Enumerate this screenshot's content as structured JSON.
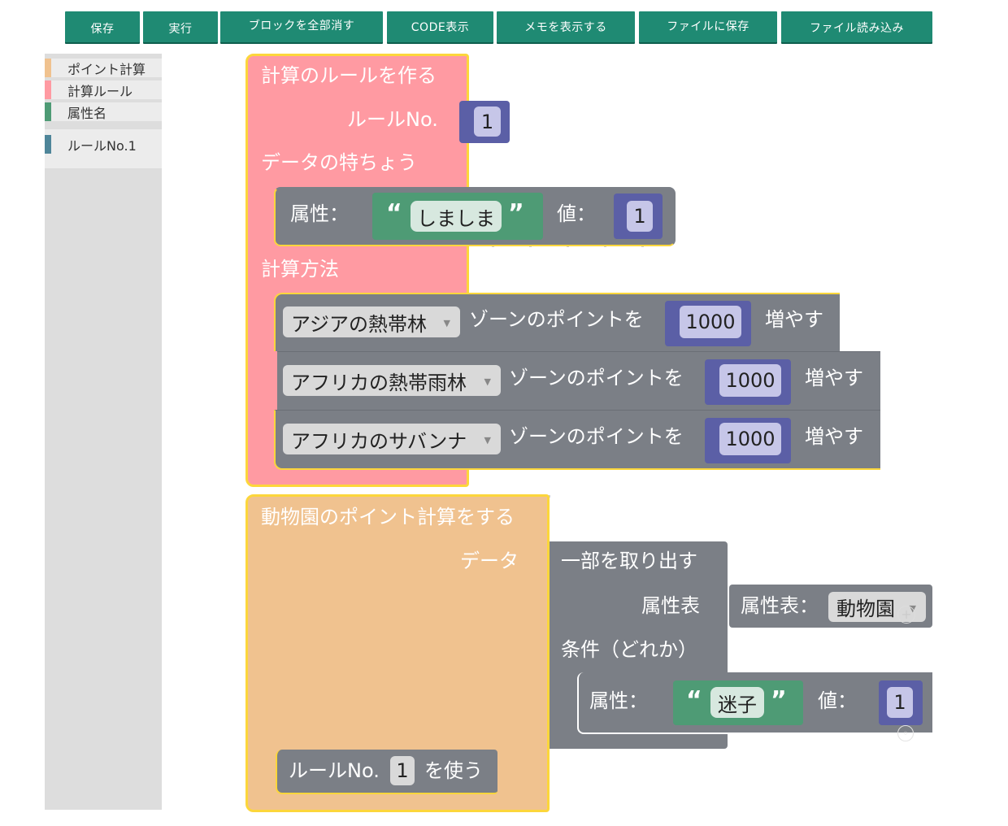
{
  "toolbar": {
    "save": "保存",
    "run": "実行",
    "clear_blocks": "ブロックを全部消す",
    "show_code": "CODE表示",
    "show_memo": "メモを表示する",
    "save_file": "ファイルに保存",
    "load_file": "ファイル読み込み"
  },
  "toolbox": {
    "categories": [
      {
        "label": "ポイント計算",
        "color": "#f0c28f"
      },
      {
        "label": "計算ルール",
        "color": "#ff9aa2"
      },
      {
        "label": "属性名",
        "color": "#4e9b75"
      },
      {
        "label": "ルールNo.1",
        "color": "#4e8599"
      }
    ]
  },
  "rule_block": {
    "title": "計算のルールを作る",
    "rule_no_label": "ルールNo.",
    "rule_no_value": "1",
    "data_feature_label": "データの特ちょう",
    "attr": {
      "attr_label": "属性：",
      "attr_value": "しましま",
      "value_label": "値：",
      "value": "1"
    },
    "method_label": "計算方法",
    "rows": [
      {
        "zone": "アジアの熱帯林",
        "text": "ゾーンのポイントを",
        "amount": "1000",
        "suffix": "増やす"
      },
      {
        "zone": "アフリカの熱帯雨林",
        "text": "ゾーンのポイントを",
        "amount": "1000",
        "suffix": "増やす"
      },
      {
        "zone": "アフリカのサバンナ",
        "text": "ゾーンのポイントを",
        "amount": "1000",
        "suffix": "増やす"
      }
    ]
  },
  "zoo_block": {
    "title": "動物園のポイント計算をする",
    "data_label": "データ",
    "extract_label": "一部を取り出す",
    "table_label": "属性表",
    "table_field_label": "属性表：",
    "table_value": "動物園",
    "condition_label": "条件（どれか）",
    "cond_attr_label": "属性：",
    "cond_attr_value": "迷子",
    "cond_value_label": "値：",
    "cond_value": "1",
    "use_rule_label": "ルールNo.",
    "use_rule_value": "1",
    "use_rule_suffix": "を使う"
  },
  "colors": {
    "toolbar": "#1f8a73",
    "rule_block": "#ff9aa2",
    "zoo_block": "#f0c28f",
    "gray_block": "#7b7f86",
    "string_block": "#4e9b75",
    "number_block": "#5b5fa6",
    "highlight": "#fcd63b"
  }
}
